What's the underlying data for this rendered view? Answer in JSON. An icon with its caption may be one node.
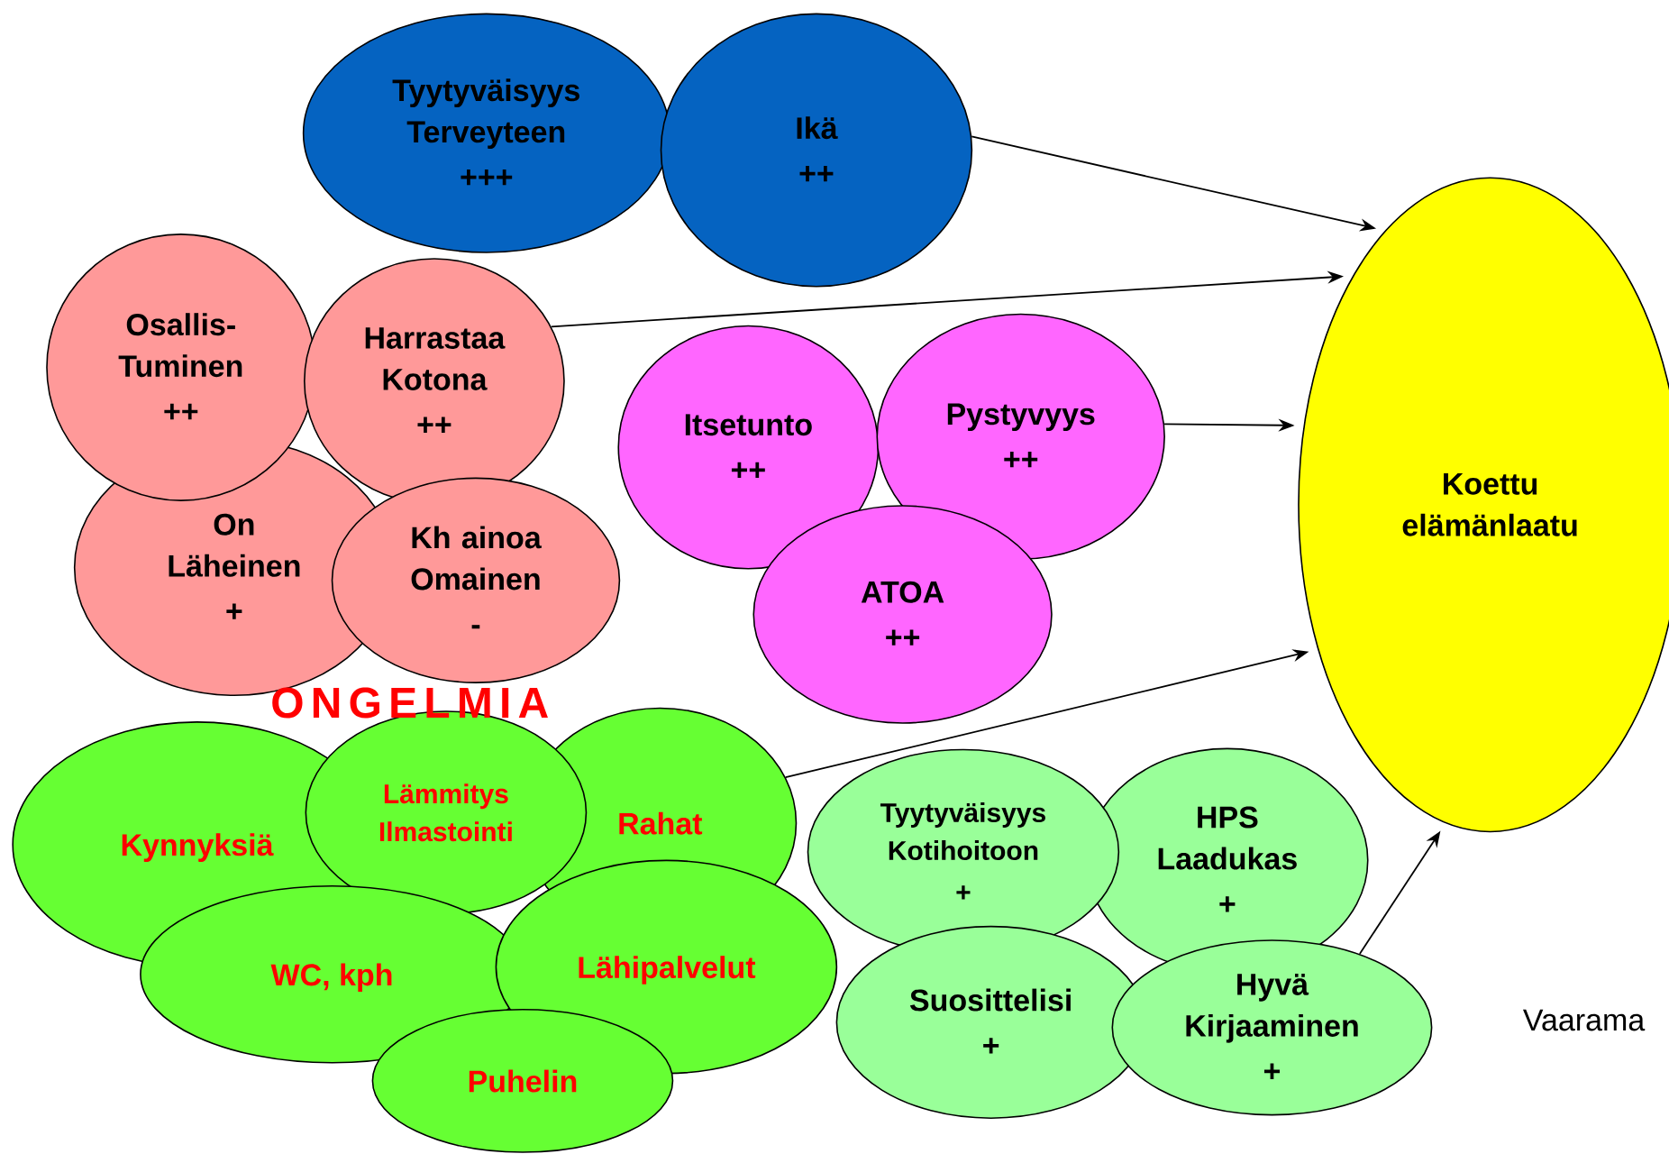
{
  "diagram": {
    "nodes": [
      {
        "text": [
          "Tyytyväisyys Terveyteen",
          "+++"
        ]
      },
      {
        "text": [
          "Ikä",
          "++"
        ]
      },
      {
        "text": [
          "Koettu elämänlaatu"
        ]
      },
      {
        "text": [
          "Osallis- Tuminen",
          "++"
        ]
      },
      {
        "text": [
          "Harrastaa Kotona",
          "++"
        ]
      },
      {
        "text": [
          "On Läheinen",
          "+"
        ]
      },
      {
        "text": [
          "Kh ainoa Omainen",
          "-"
        ]
      },
      {
        "text": [
          "Itsetunto",
          "++"
        ]
      },
      {
        "text": [
          "Pystyvyys",
          "++"
        ]
      },
      {
        "text": [
          "ATOA",
          "++"
        ]
      },
      {
        "text": [
          "Kynnyksiä"
        ]
      },
      {
        "text": [
          "Lämmitys Ilmastointi"
        ]
      },
      {
        "text": [
          "Rahat"
        ]
      },
      {
        "text": [
          "WC, kph"
        ]
      },
      {
        "text": [
          "Lähipalvelut"
        ]
      },
      {
        "text": [
          "Puhelin"
        ]
      },
      {
        "text": [
          "Tyytyväisyys Kotihoitoon",
          "+"
        ]
      },
      {
        "text": [
          "HPS Laadukas",
          "+"
        ]
      },
      {
        "text": [
          "Suosittelisi",
          "+"
        ]
      },
      {
        "text": [
          "Hyvä Kirjaaminen",
          "+"
        ]
      }
    ],
    "edges": [
      {
        "from": 1,
        "to": 2,
        "arrow": "to"
      },
      {
        "from": 4,
        "to": 2,
        "arrow": "to"
      },
      {
        "from": 8,
        "to": 2,
        "arrow": "to"
      },
      {
        "from": 12,
        "to": 2,
        "arrow": "to"
      },
      {
        "from": 19,
        "to": 2,
        "arrow": "to"
      }
    ],
    "labels": [
      "ONGELMIA",
      "Vaarama"
    ]
  }
}
